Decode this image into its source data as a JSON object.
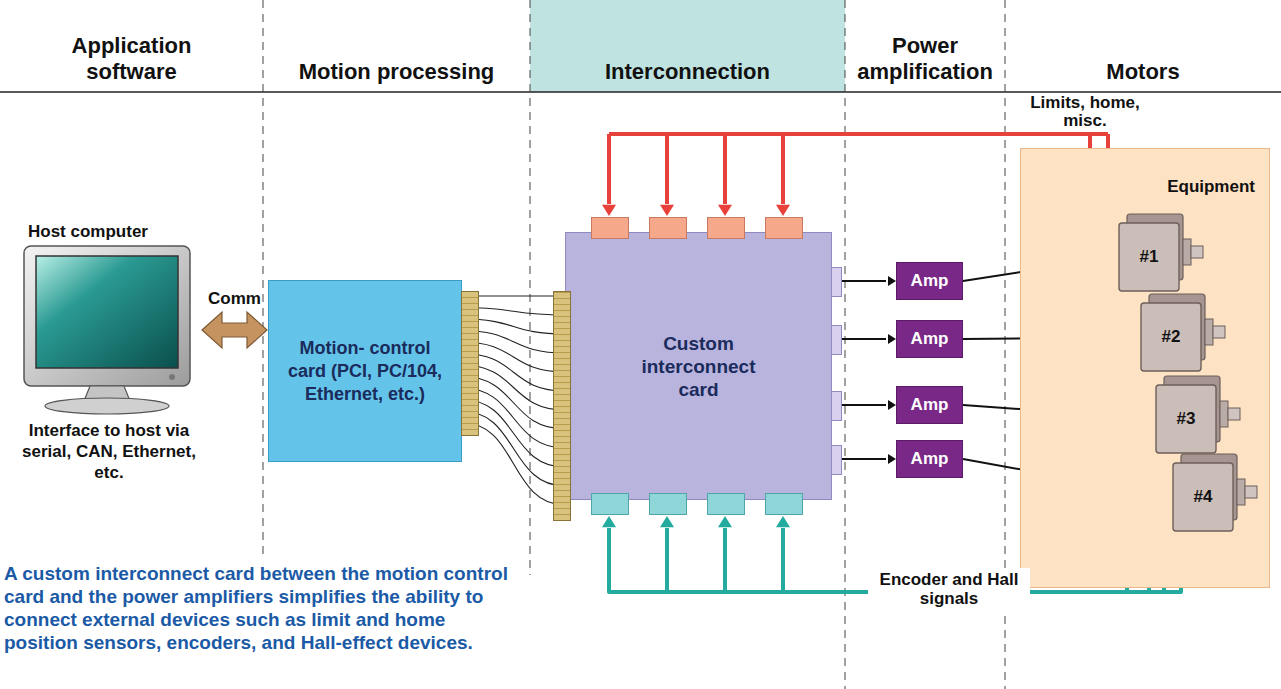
{
  "diagram": {
    "caption": "A custom interconnect card between the motion control card and the power amplifiers simplifies the ability to connect external devices such as limit and home position sensors, encoders, and Hall-effect devices.",
    "nodes": [
      {
        "text": [
          "Host computer",
          "Interface to host via serial, CAN, Ethernet, etc."
        ]
      },
      {
        "text": [
          "Motion- control card (PCI, PC/104, Ethernet, etc.)"
        ]
      },
      {
        "text": [
          "Custom interconnect card"
        ]
      },
      {
        "text": [
          "Amp"
        ]
      },
      {
        "text": [
          "Amp"
        ]
      },
      {
        "text": [
          "Amp"
        ]
      },
      {
        "text": [
          "Amp"
        ]
      },
      {
        "text": [
          "Equipment"
        ]
      },
      {
        "text": [
          "#1"
        ],
        "in": 7
      },
      {
        "text": [
          "#2"
        ],
        "in": 7
      },
      {
        "text": [
          "#3"
        ],
        "in": 7
      },
      {
        "text": [
          "#4"
        ],
        "in": 7
      }
    ],
    "edges": [
      {
        "from": 0,
        "to": 1,
        "arrow": "both",
        "label": "Comm"
      },
      {
        "from": 1,
        "to": 2,
        "arrow": "none"
      },
      {
        "from": 2,
        "to": 3,
        "arrow": "to"
      },
      {
        "from": 2,
        "to": 4,
        "arrow": "to"
      },
      {
        "from": 2,
        "to": 5,
        "arrow": "to"
      },
      {
        "from": 2,
        "to": 6,
        "arrow": "to"
      },
      {
        "from": 3,
        "to": 8,
        "arrow": "to"
      },
      {
        "from": 4,
        "to": 9,
        "arrow": "to"
      },
      {
        "from": 5,
        "to": 10,
        "arrow": "to"
      },
      {
        "from": 6,
        "to": 11,
        "arrow": "to"
      },
      {
        "from": 7,
        "to": 2,
        "arrow": "to",
        "label": "Limits, home, misc."
      },
      {
        "from": 8,
        "to": 2,
        "arrow": "to",
        "label": "Encoder and Hall signals"
      },
      {
        "from": 9,
        "to": 2,
        "arrow": "to"
      },
      {
        "from": 10,
        "to": 2,
        "arrow": "to"
      },
      {
        "from": 11,
        "to": 2,
        "arrow": "to"
      }
    ],
    "labels": [
      "Application software",
      "Motion processing",
      "Interconnection",
      "Power amplification",
      "Motors"
    ]
  }
}
